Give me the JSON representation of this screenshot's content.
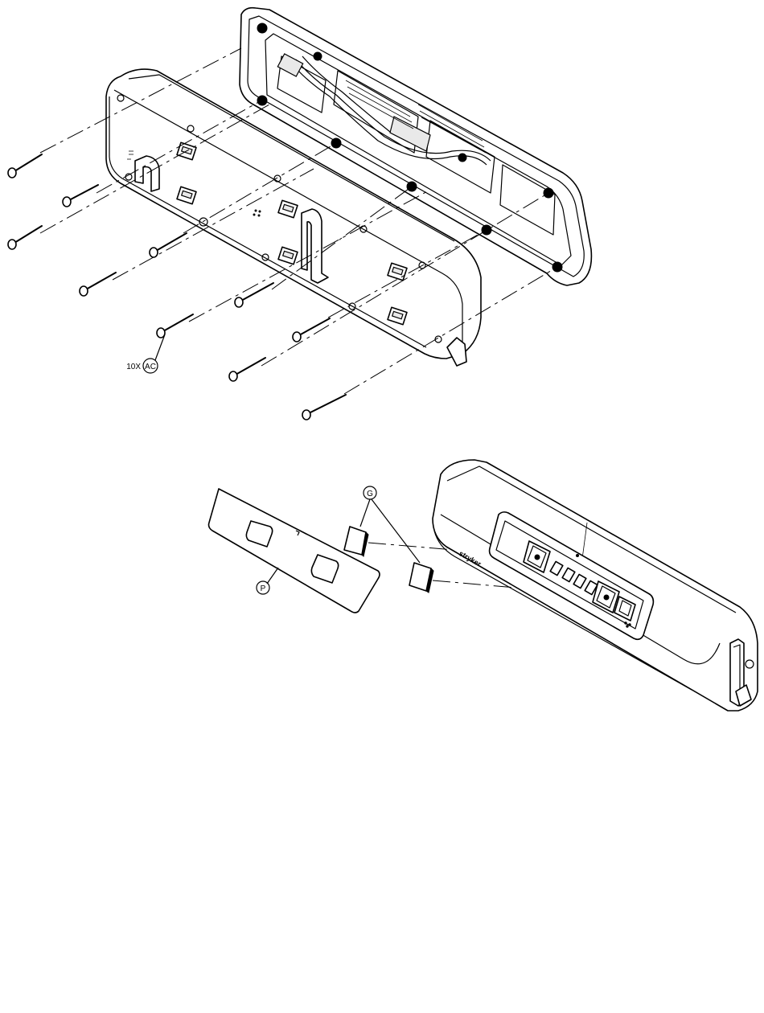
{
  "callouts": {
    "screws_qty": "10X",
    "screws_ref": "AC",
    "pads_ref": "G",
    "label_ref": "P"
  },
  "brand": "stryker",
  "colors": {
    "line": "#000000",
    "background": "#ffffff"
  }
}
